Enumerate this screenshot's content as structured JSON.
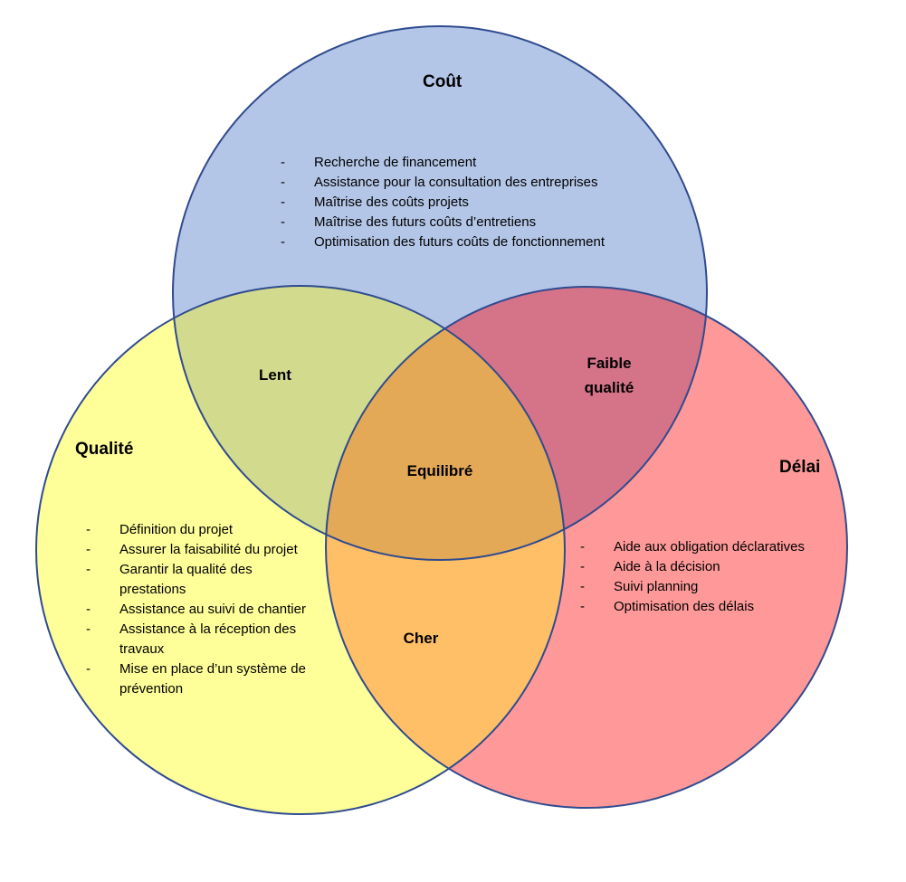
{
  "colors": {
    "cout_fill": "#b4c6e7",
    "qualite_fill": "#ffff99",
    "delai_fill": "#ff9999",
    "cout_qualite": "#d1da8d",
    "cout_delai": "#d57389",
    "qualite_delai": "#ffbf66",
    "center": "#e3a956",
    "outline": "#2f4b8f"
  },
  "sets": {
    "cout": {
      "title": "Coût",
      "items": [
        "Recherche de financement",
        "Assistance pour la consultation des entreprises",
        "Maîtrise des coûts projets",
        "Maîtrise des futurs coûts d’entretiens",
        "Optimisation des futurs coûts de fonctionnement"
      ]
    },
    "qualite": {
      "title": "Qualité",
      "items": [
        "Définition du projet",
        "Assurer la faisabilité du projet",
        "Garantir la qualité des prestations",
        "Assistance au suivi de chantier",
        "Assistance à la réception des travaux",
        "Mise en place d’un système de prévention"
      ]
    },
    "delai": {
      "title": "Délai",
      "items": [
        "Aide aux obligation déclaratives",
        "Aide à la décision",
        "Suivi planning",
        "Optimisation des délais"
      ]
    }
  },
  "intersections": {
    "cout_qualite": "Lent",
    "cout_delai": "Faible qualité",
    "qualite_delai": "Cher",
    "center": "Equilibré"
  },
  "bullet": "-"
}
